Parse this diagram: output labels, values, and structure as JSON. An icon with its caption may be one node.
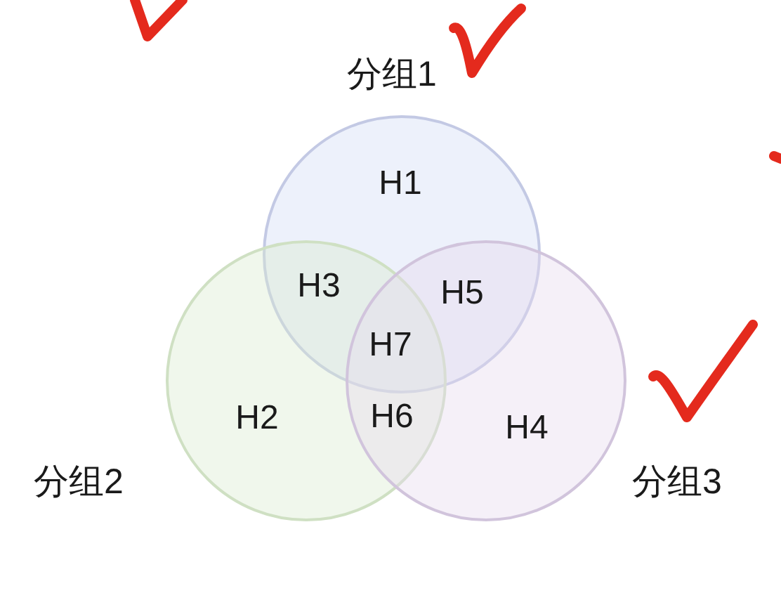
{
  "diagram": {
    "nodes": [
      {
        "text": [
          "分组1"
        ]
      },
      {
        "text": [
          "分组2"
        ]
      },
      {
        "text": [
          "分组3"
        ]
      }
    ],
    "labels": [
      "H1",
      "H3",
      "H5",
      "H7",
      "H2",
      "H6",
      "H4"
    ]
  }
}
